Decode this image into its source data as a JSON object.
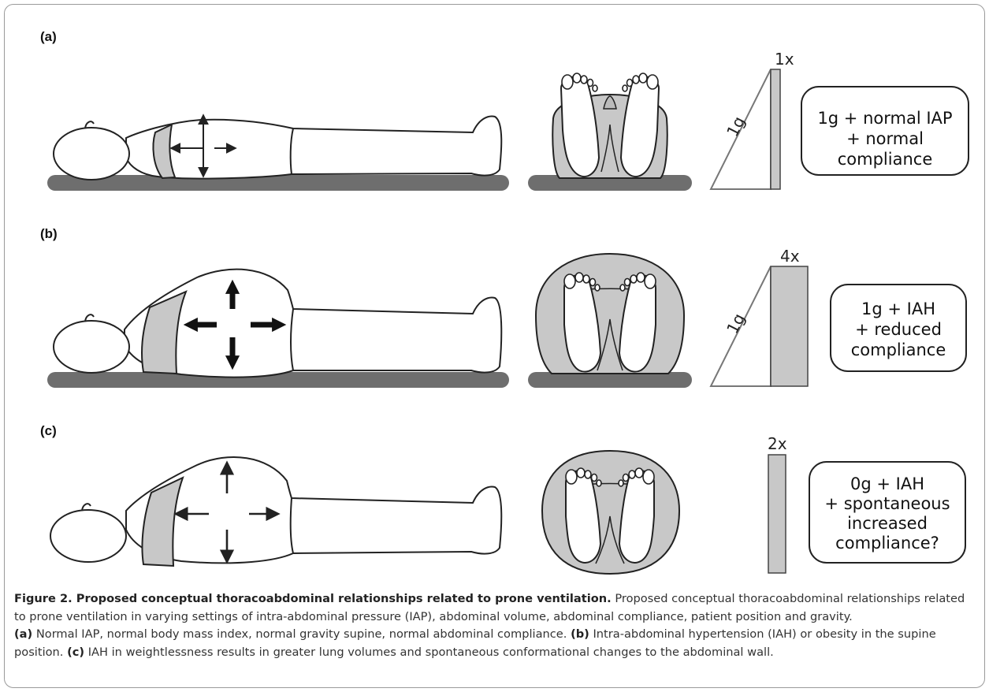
{
  "panels": [
    {
      "label": "(a)",
      "magnitude": "1x",
      "gravity_label": "1g",
      "box_lines": [
        "1g + normal IAP",
        "+ normal",
        "compliance"
      ]
    },
    {
      "label": "(b)",
      "magnitude": "4x",
      "gravity_label": "1g",
      "box_lines": [
        "1g + IAH",
        "+ reduced",
        "compliance"
      ]
    },
    {
      "label": "(c)",
      "magnitude": "2x",
      "gravity_label": "",
      "box_lines": [
        "0g + IAH",
        "+ spontaneous",
        "increased",
        "compliance?"
      ]
    }
  ],
  "caption": {
    "figure_title": "Figure 2. Proposed conceptual thoracoabdominal relationships related to prone ventilation.",
    "intro": " Proposed conceptual thoracoabdominal relationships related to prone ventilation in varying settings of intra-abdominal pressure (IAP), abdominal volume, abdominal compliance, patient position and gravity.",
    "a_label": "(a)",
    "a_text": " Normal IAP, normal body mass index, normal gravity supine, normal abdominal compliance.",
    "b_label": "(b)",
    "b_text": " Intra-abdominal hypertension (IAH) or obesity in the supine position.",
    "c_label": "(c)",
    "c_text": " IAH in weightlessness results in greater lung volumes and spontaneous conformational changes to the abdominal wall."
  },
  "colors": {
    "body_fill": "#ffffff",
    "shade": "#c8c8c8",
    "table": "#6e6e6e",
    "outline": "#222222",
    "triangle": "#777777"
  }
}
